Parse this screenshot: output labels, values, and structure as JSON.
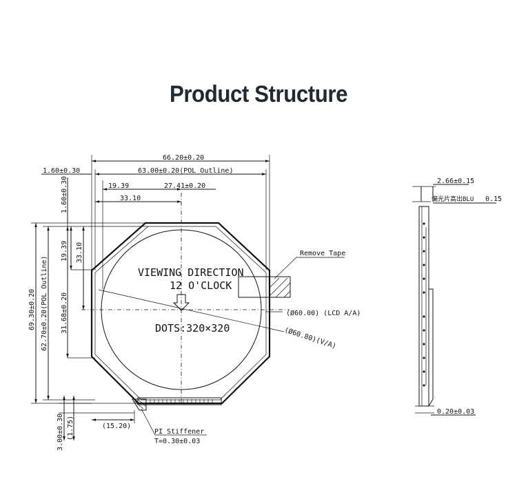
{
  "title": "Product Structure",
  "dims": {
    "width_total": "66.20±0.20",
    "width_pol": "63.00±0.20(POL Outline)",
    "offset_left": "1.60±0.30",
    "aa_half_x": "19.39",
    "aa_center_x": "27.41±0.20",
    "va_half_x": "33.10",
    "offset_top": "1.60±0.30",
    "aa_half_y": "19.39",
    "va_half_y": "33.10",
    "center_y": "31.68±0.20",
    "height_pol": "62.70±0.20(POL Outline)",
    "height_total": "69.30±0.20",
    "stiffener_w": "(15.20)",
    "tail_a": "3.00±0.30",
    "tail_b": "(1.75)"
  },
  "labels": {
    "viewing_1": "VIEWING DIRECTION",
    "viewing_2": "12 O'CLOCK",
    "dots": "DOTS:320×320",
    "lcd_aa": "(Ø60.00) (LCD A/A)",
    "va": "(Ø60.80)(V/A)",
    "remove_tape": "Remove Tape",
    "pi_stiffener": "PI Stiffener",
    "pi_thickness": "T=0.30±0.03"
  },
  "side": {
    "thickness": "2.66±0.15",
    "blu_label": "偏光片高出BLU",
    "blu_value": "0.15",
    "bottom": "0.20±0.03"
  }
}
